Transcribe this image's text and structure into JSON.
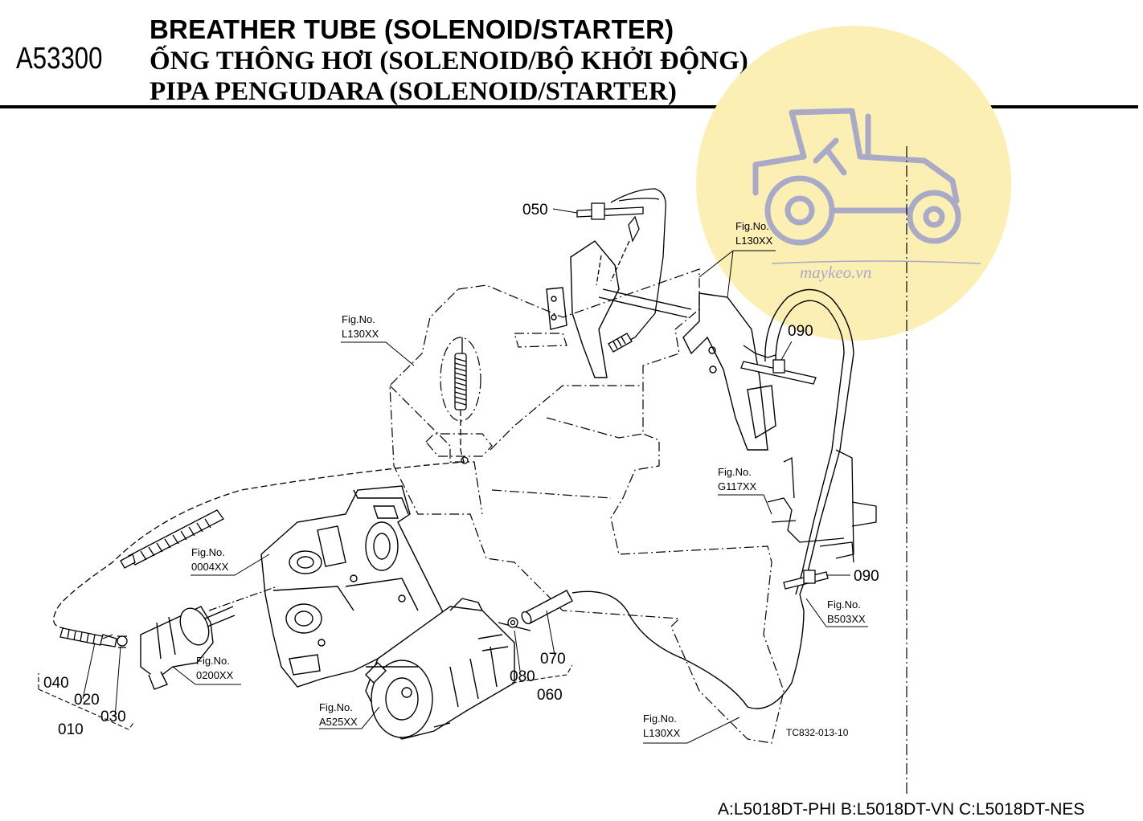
{
  "header": {
    "code": "A53300",
    "title_en": "BREATHER TUBE (SOLENOID/STARTER)",
    "title_vi": "ỐNG THÔNG HƠI (SOLENOID/BỘ KHỞI ĐỘNG)",
    "title_ms": "PIPA PENGUDARA (SOLENOID/STARTER)"
  },
  "watermark": {
    "text": "maykeo.vn",
    "circle_color": "#fbefb3",
    "icon": "tractor-icon",
    "icon_color": "#a8aac8"
  },
  "part_labels": {
    "p010": "010",
    "p020": "020",
    "p030": "030",
    "p040": "040",
    "p050": "050",
    "p060": "060",
    "p070": "070",
    "p080": "080",
    "p090_top": "090",
    "p090_right": "090"
  },
  "fig_refs": {
    "fig_l130_top": {
      "line1": "Fig.No.",
      "line2": "L130XX"
    },
    "fig_l130_left": {
      "line1": "Fig.No.",
      "line2": "L130XX"
    },
    "fig_g117": {
      "line1": "Fig.No.",
      "line2": "G117XX"
    },
    "fig_0004": {
      "line1": "Fig.No.",
      "line2": "0004XX"
    },
    "fig_0200": {
      "line1": "Fig.No.",
      "line2": "0200XX"
    },
    "fig_a525": {
      "line1": "Fig.No.",
      "line2": "A525XX"
    },
    "fig_b503": {
      "line1": "Fig.No.",
      "line2": "B503XX"
    },
    "fig_l130_bottom": {
      "line1": "Fig.No.",
      "line2": "L130XX"
    }
  },
  "drawing_ref": "TC832-013-10",
  "footer": {
    "models": "A:L5018DT-PHI B:L5018DT-VN C:L5018DT-NES"
  }
}
